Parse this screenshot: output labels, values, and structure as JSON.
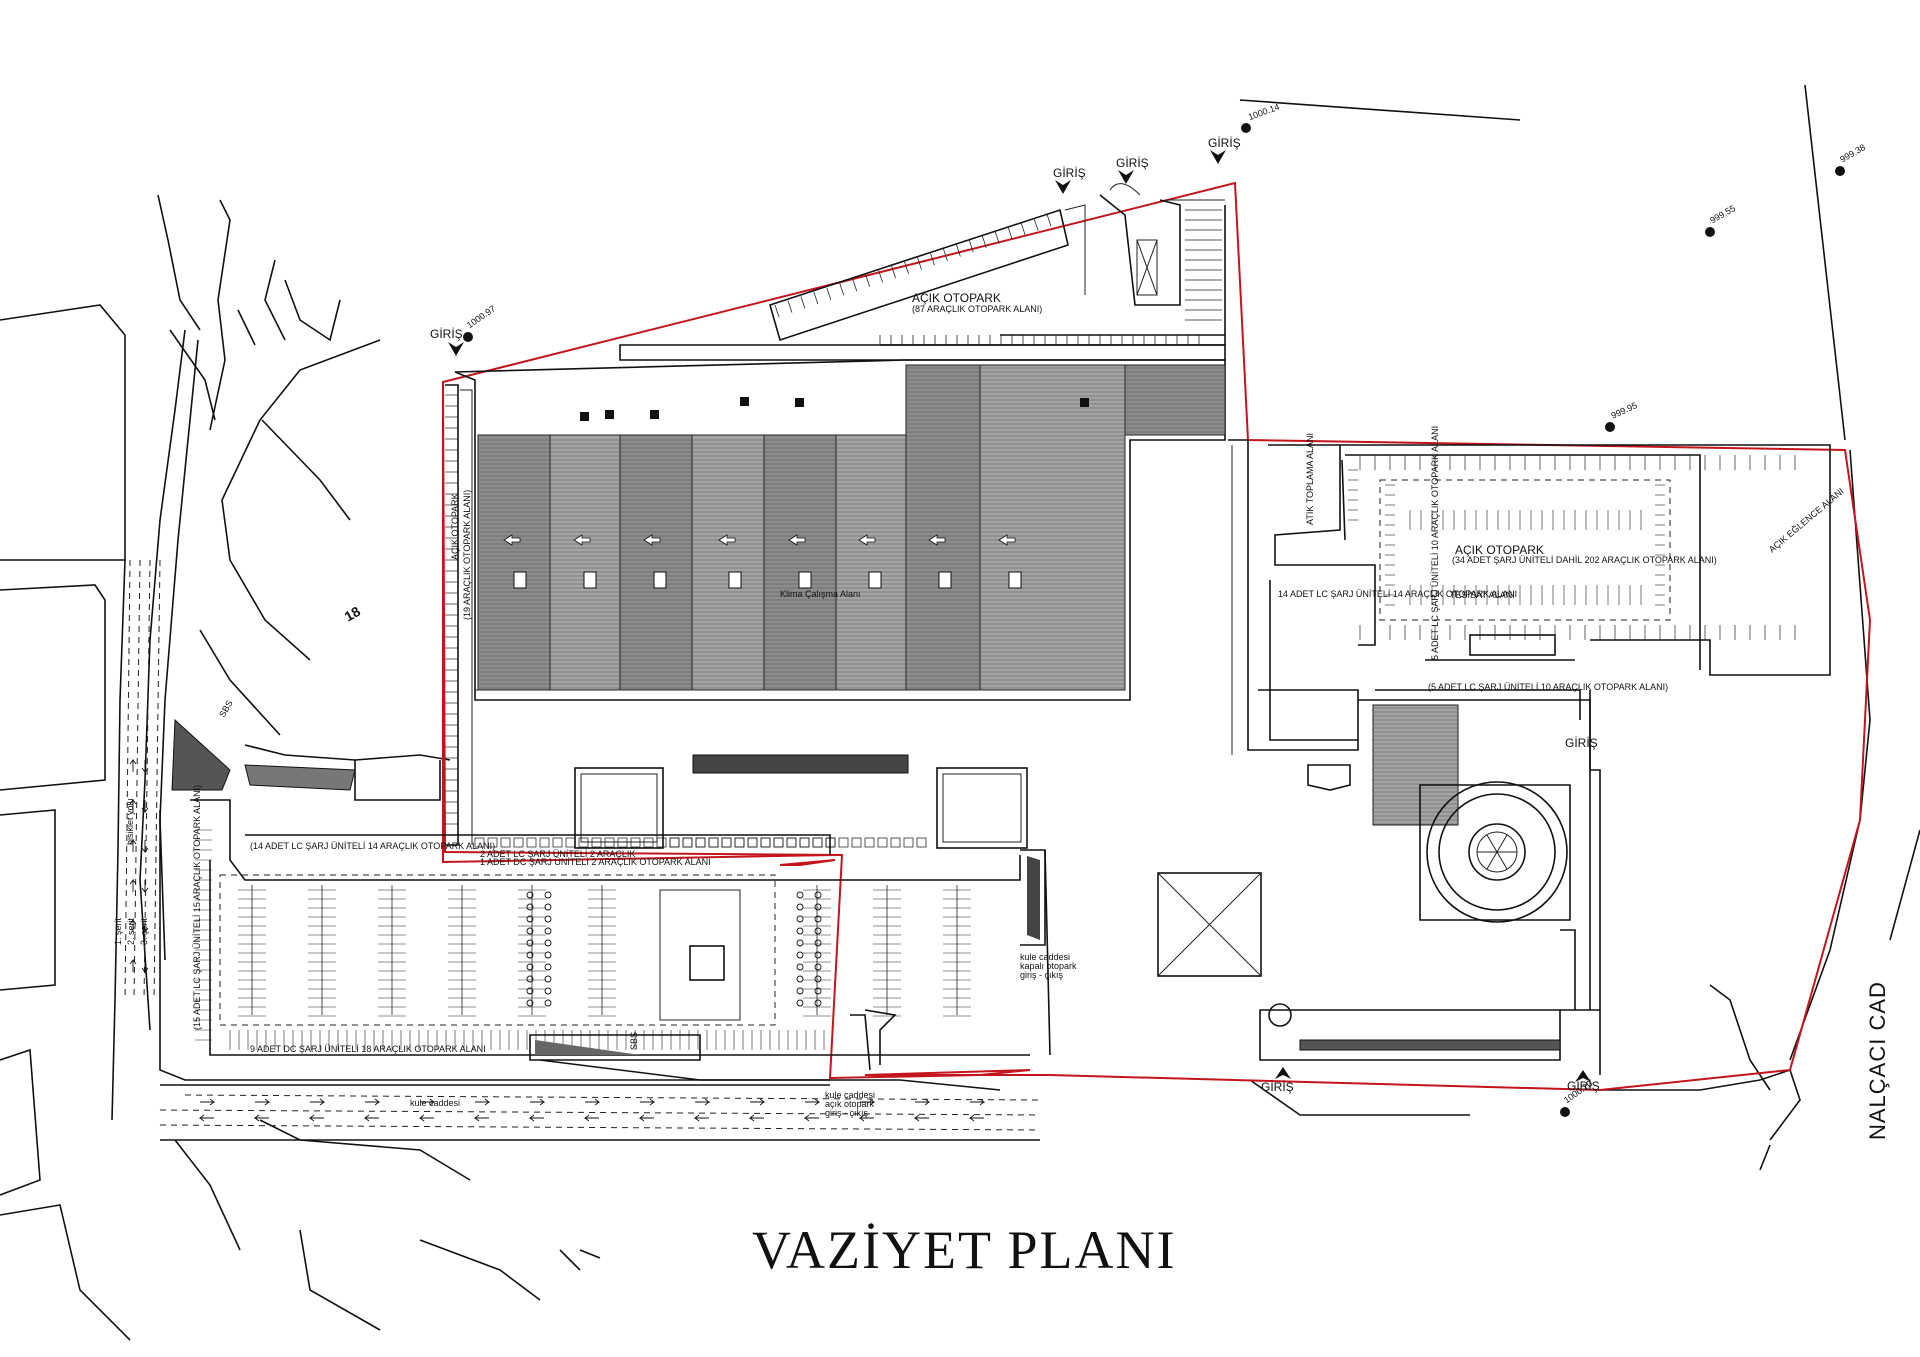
{
  "title": "VAZİYET PLANI",
  "street_name": "NALÇACI CAD",
  "parcel_no": "18",
  "entrances": [
    "GİRİŞ",
    "GİRİŞ",
    "GİRİŞ",
    "GİRİŞ",
    "GİRİŞ",
    "GİRİŞ",
    "GİRİŞ"
  ],
  "labels": {
    "open_parking_north": "AÇIK OTOPARK",
    "open_parking_north_capacity": "(87 ARAÇLIK OTOPARK ALANI)",
    "open_parking_east": "AÇIK OTOPARK",
    "open_parking_east_capacity": "(34 ADET ŞARJ ÜNİTELİ DAHİL 202 ARAÇLIK OTOPARK ALANI)",
    "open_parking_west": "AÇIK OTOPARK",
    "open_parking_west_capacity": "(19 ARAÇLIK OTOPARK ALANI)",
    "waste_area": "ATIK TOPLAMA ALANI",
    "installation_area": "TESİSAT ALANI",
    "fun_area": "AÇIK EĞLENCE ALANI",
    "ac_area": "Klima Çalışma Alanı",
    "charge_lc_14_east": "14 ADET LC ŞARJ ÜNİTELİ 14 ARAÇLIK OTOPARK ALANI",
    "charge_lc_5_east": "(5 ADET LC ŞARJ ÜNİTELİ 10 ARAÇLIK OTOPARK ALANI)",
    "charge_lc_5_east_v": "5 ADET LC ŞARJ ÜNİTELİ 10 ARAÇLIK OTOPARK ALANI",
    "charge_lc_14_south": "(14 ADET LC ŞARJ ÜNİTELİ 14 ARAÇLIK OTOPARK ALANI)",
    "charge_dc_2a": "2 ADET LC ŞARJ ÜNİTELİ 2 ARAÇLIK",
    "charge_dc_2b": "1 ADET DC ŞARJ ÜNİTELİ 2 ARAÇLIK OTOPARK ALANI",
    "charge_lc_15_west": "(15 ADET LC ŞARJ ÜNİTELİ 15 ARAÇLIK OTOPARK ALANI)",
    "charge_dc_9": "9 ADET DC ŞARJ ÜNİTELİ 18 ARAÇLIK OTOPARK ALANI",
    "kule_street_closed_1": "kule caddesi",
    "kule_street_closed_2": "kapalı otopark",
    "kule_street_closed_3": "giriş - çıkış",
    "kule_street_open_1": "kule caddesi",
    "kule_street_open_2": "açık otopark",
    "kule_street_open_3": "giriş - çıkış",
    "kule_street_road": "kule caddesi",
    "lane_labels": [
      "1. şerit",
      "2. şerit",
      "3. şerit"
    ],
    "bike_lane": "bisiklet yolu",
    "sign_left": "SBS",
    "sign_mid": "SBS"
  },
  "elevations": [
    "1000.97",
    "1000.14",
    "999.38",
    "999.55",
    "999.95",
    "1000.20"
  ],
  "colors": {
    "parcel_boundary": "#c4141c",
    "roof_dark": "#8c8c8c",
    "roof_light": "#a4a4a4",
    "linework": "#111111"
  }
}
